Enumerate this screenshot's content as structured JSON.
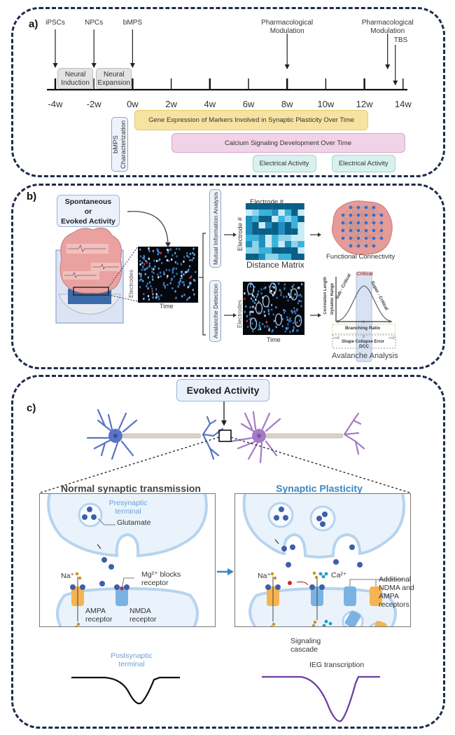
{
  "panel_a": {
    "label": "a)",
    "events": [
      {
        "label": "iPSCs",
        "week": -4
      },
      {
        "label": "NPCs",
        "week": -2
      },
      {
        "label": "bMPS",
        "week": 0
      },
      {
        "label": "Pharmacological Modulation",
        "week": 8
      },
      {
        "label": "Pharmacological Modulation",
        "week": 13.2
      },
      {
        "label": "TBS",
        "week": 13.6
      }
    ],
    "stages": [
      {
        "label": "Neural Induction",
        "start": -4,
        "end": -2
      },
      {
        "label": "Neural Expansion",
        "start": -2,
        "end": 0
      }
    ],
    "ticks": [
      "-4w",
      "-2w",
      "0w",
      "2w",
      "4w",
      "6w",
      "8w",
      "10w",
      "12w",
      "14w"
    ],
    "characterization": "bMPS Characterization",
    "bars": [
      {
        "label": "Gene Expression of Markers Involved in Synaptic Plasticity Over Time",
        "start": 0.1,
        "end": 12.2,
        "color": "#f7e3a1",
        "border": "#e5c96a"
      },
      {
        "label": "Calcium Signaling Development Over Time",
        "start": 2,
        "end": 14.1,
        "color": "#f1d3e8",
        "border": "#d7a6c9"
      },
      {
        "label": "Electrical Activity",
        "start": 6.2,
        "end": 9.5,
        "color": "#d9f1ee",
        "border": "#9ed7cf"
      },
      {
        "label": "Electrical Activity",
        "start": 10.3,
        "end": 13.6,
        "color": "#d9f1ee",
        "border": "#9ed7cf"
      }
    ]
  },
  "panel_b": {
    "label": "b)",
    "input_box": {
      "line1": "Spontaneous",
      "line2": "or",
      "line3": "Evoked Activity"
    },
    "raster_xlabel": "Time",
    "raster_ylabel": "Electrodes",
    "branch_top": "Mutual Information Analysis",
    "branch_bottom": "Avalanche Detection",
    "matrix_xlabel": "Electrode #",
    "matrix_ylabel": "Electrode #",
    "matrix_title": "Distance Matrix",
    "connectivity_label": "Functional Connectivity",
    "avalanche_raster_xlabel": "Time",
    "avalanche_raster_ylabel": "Electrodes",
    "criticality": {
      "critical": "Critical",
      "sub": "Sub - Critical",
      "super": "Super - Critical",
      "ylabel1": "Correlation Length",
      "ylabel2": "Dynamic Range",
      "branching": "Branching Ratio",
      "branching_ticks": [
        "0",
        "1",
        "2"
      ],
      "shape": "Shape Collapse Error",
      "shape_ticks": [
        ">>0",
        "0",
        ">>0"
      ],
      "dcc": "DCC"
    },
    "avalanche_label": "Avalanche Analysis"
  },
  "panel_c": {
    "label": "c)",
    "callout": "Evoked Activity",
    "left": {
      "title": "Normal synaptic transmission",
      "presynaptic": "Presynaptic terminal",
      "glutamate": "Glutamate",
      "na": "Na⁺",
      "mg": "Mg²⁺ blocks receptor",
      "ampa": "AMPA receptor",
      "nmda": "NMDA receptor",
      "postsynaptic": "Postsynaptic terminal"
    },
    "right": {
      "title": "Synaptic Plasticity",
      "na": "Na⁺",
      "ca": "Ca²⁺",
      "additional": "Additional NDMA and AMPA receptors",
      "signaling": "Signaling cascade",
      "ieg": "IEG transcription"
    },
    "colors": {
      "title_blue": "#3a86c8",
      "trace_left": "#111111",
      "trace_right": "#6b3fa0",
      "neuron_left": "#5b73c4",
      "neuron_right": "#a47bc7"
    }
  }
}
